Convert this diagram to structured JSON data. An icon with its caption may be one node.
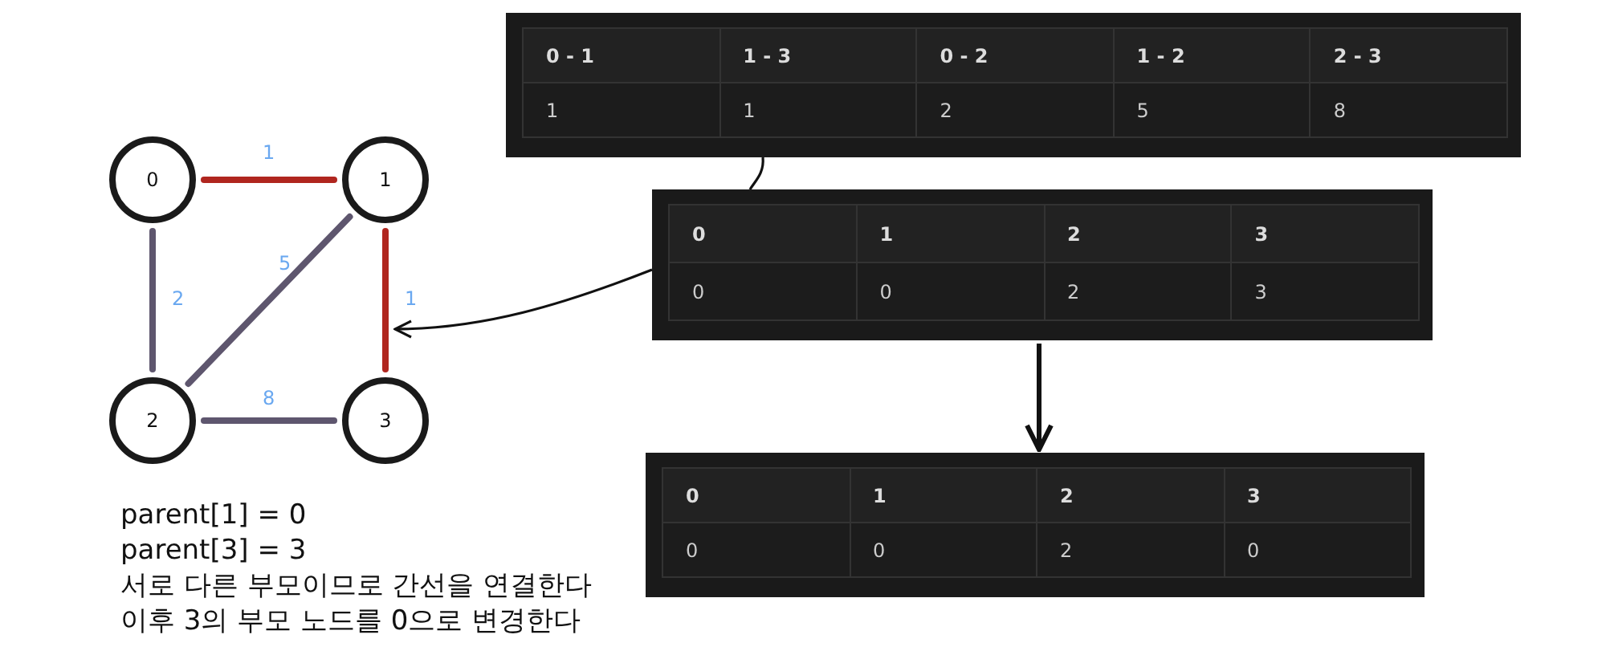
{
  "diagram": {
    "nodes": [
      {
        "text": [
          "0"
        ]
      },
      {
        "text": [
          "1"
        ]
      },
      {
        "text": [
          "2"
        ]
      },
      {
        "text": [
          "3"
        ]
      },
      {
        "text": [
          "0 - 1",
          "1 - 3",
          "0 - 2",
          "1 - 2",
          "2 - 3",
          "1",
          "1",
          "2",
          "5",
          "8"
        ]
      },
      {
        "text": [
          "0",
          "1",
          "2",
          "3",
          "0",
          "0",
          "2",
          "3"
        ]
      },
      {
        "text": [
          "0",
          "1",
          "2",
          "3",
          "0",
          "0",
          "2",
          "0"
        ]
      }
    ],
    "edges": [
      {
        "from": 0,
        "to": 1,
        "arrow": "none",
        "label": "1",
        "color": "#b0261f"
      },
      {
        "from": 1,
        "to": 3,
        "arrow": "none",
        "label": "1",
        "color": "#b0261f"
      },
      {
        "from": 0,
        "to": 2,
        "arrow": "none",
        "label": "2"
      },
      {
        "from": 1,
        "to": 2,
        "arrow": "none",
        "label": "5"
      },
      {
        "from": 2,
        "to": 3,
        "arrow": "none",
        "label": "8"
      },
      {
        "from": 4,
        "to": 5,
        "arrow": "none",
        "color": "#111111"
      },
      {
        "from": 5,
        "to": null,
        "arrow": "to",
        "color": "#111111"
      },
      {
        "from": 5,
        "to": 6,
        "arrow": "to",
        "color": "#111111"
      }
    ],
    "labels": [
      "parent[1] = 0",
      "parent[3] = 3",
      "서로 다른 부모이므로 간선을 연결한다",
      "이후 3의 부모 노드를 0으로 변경한다"
    ]
  }
}
